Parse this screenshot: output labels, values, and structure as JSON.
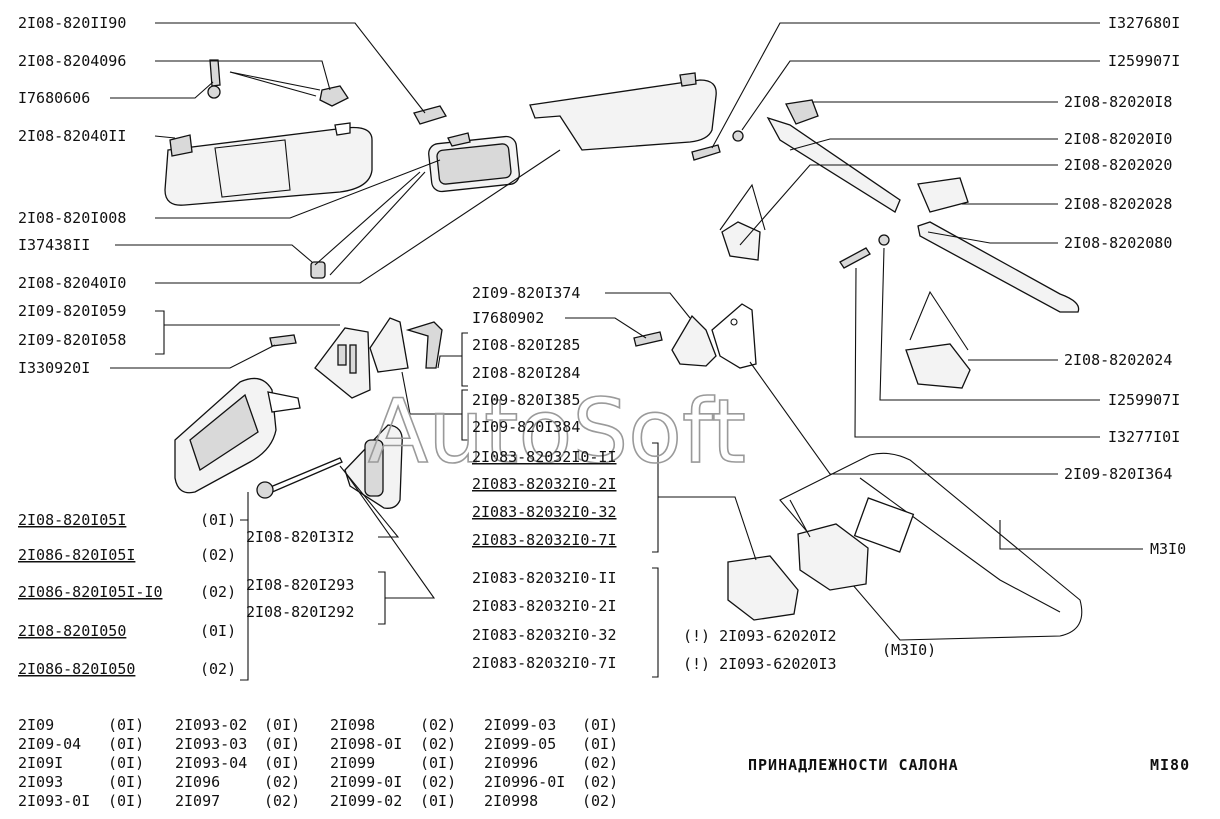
{
  "watermark": "AutoSoft",
  "title": "ПРИНАДЛЕЖНОСТИ САЛОНА",
  "page_code": "MI80",
  "left_labels": [
    "2I08-820II90",
    "2I08-8204096",
    "I7680606",
    "2I08-82040II",
    "2I08-820I008",
    "I37438II",
    "2I08-82040I0",
    "2I09-820I059",
    "2I09-820I058",
    "I330920I"
  ],
  "right_labels": [
    "I327680I",
    "I259907I",
    "2I08-82020I8",
    "2I08-82020I0",
    "2I08-8202020",
    "2I08-8202028",
    "2I08-8202080",
    "2I08-8202024",
    "I259907I",
    "I3277I0I",
    "2I09-820I364",
    "M3I0"
  ],
  "center_labels": [
    "2I09-820I374",
    "I7680902",
    "2I08-820I285",
    "2I08-820I284",
    "2I09-820I385",
    "2I09-820I384",
    "2I08-820I3I2",
    "2I08-820I293",
    "2I08-820I292"
  ],
  "mirror_variants": [
    {
      "code": "2I08-820I05I",
      "q": "(0I)"
    },
    {
      "code": "2I086-820I05I",
      "q": "(02)"
    },
    {
      "code": "2I086-820I05I-I0",
      "q": "(02)"
    },
    {
      "code": "2I08-820I050",
      "q": "(0I)"
    },
    {
      "code": "2I086-820I050",
      "q": "(02)"
    }
  ],
  "handle_group_a": [
    "2I083-82032I0-II",
    "2I083-82032I0-2I",
    "2I083-82032I0-32",
    "2I083-82032I0-7I"
  ],
  "handle_group_b": [
    "2I083-82032I0-II",
    "2I083-82032I0-2I",
    "2I083-82032I0-32",
    "2I083-82032I0-7I"
  ],
  "lamp_notes": [
    "(!) 2I093-62020I2",
    "(!) 2I093-62020I3"
  ],
  "lamp_note_suffix": "(M3I0)",
  "applicability": [
    [
      "2I09",
      "(0I)"
    ],
    [
      "2I09-04",
      "(0I)"
    ],
    [
      "2I09I",
      "(0I)"
    ],
    [
      "2I093",
      "(0I)"
    ],
    [
      "2I093-0I",
      "(0I)"
    ],
    [
      "2I093-02",
      "(0I)"
    ],
    [
      "2I093-03",
      "(0I)"
    ],
    [
      "2I093-04",
      "(0I)"
    ],
    [
      "2I096",
      "(02)"
    ],
    [
      "2I097",
      "(02)"
    ],
    [
      "2I098",
      "(02)"
    ],
    [
      "2I098-0I",
      "(02)"
    ],
    [
      "2I099",
      "(0I)"
    ],
    [
      "2I099-0I",
      "(02)"
    ],
    [
      "2I099-02",
      "(0I)"
    ],
    [
      "2I099-03",
      "(0I)"
    ],
    [
      "2I099-05",
      "(0I)"
    ],
    [
      "2I0996",
      "(02)"
    ],
    [
      "2I0996-0I",
      "(02)"
    ],
    [
      "2I0998",
      "(02)"
    ]
  ]
}
